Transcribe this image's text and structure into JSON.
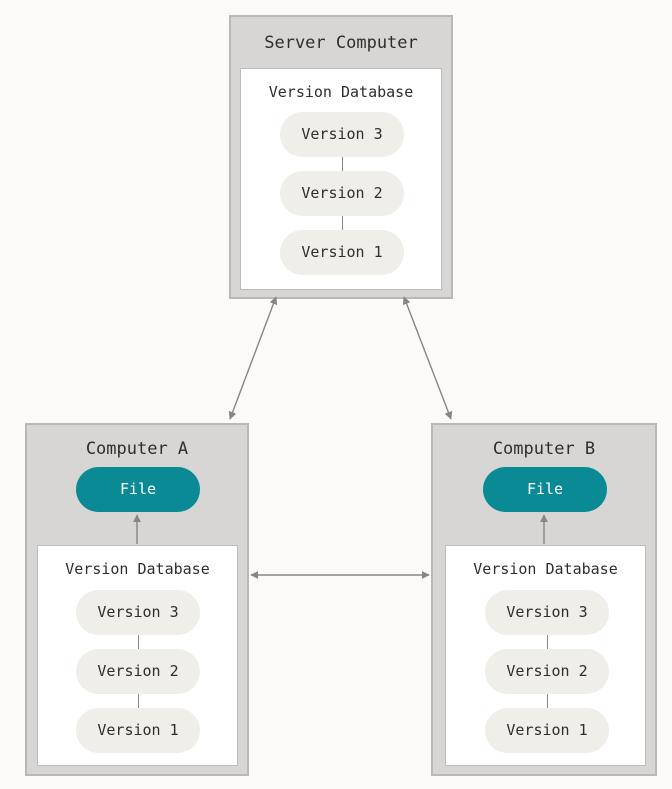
{
  "server": {
    "title": "Server Computer",
    "db_title": "Version Database",
    "versions": [
      "Version 3",
      "Version 2",
      "Version 1"
    ]
  },
  "computer_a": {
    "title": "Computer A",
    "file_label": "File",
    "db_title": "Version Database",
    "versions": [
      "Version 3",
      "Version 2",
      "Version 1"
    ]
  },
  "computer_b": {
    "title": "Computer B",
    "file_label": "File",
    "db_title": "Version Database",
    "versions": [
      "Version 3",
      "Version 2",
      "Version 1"
    ]
  },
  "colors": {
    "background": "#fbfaf8",
    "computer_fill": "#d7d6d4",
    "version_pill": "#efeee8",
    "file_pill": "#0a8a94",
    "arrow": "#8a8580"
  }
}
